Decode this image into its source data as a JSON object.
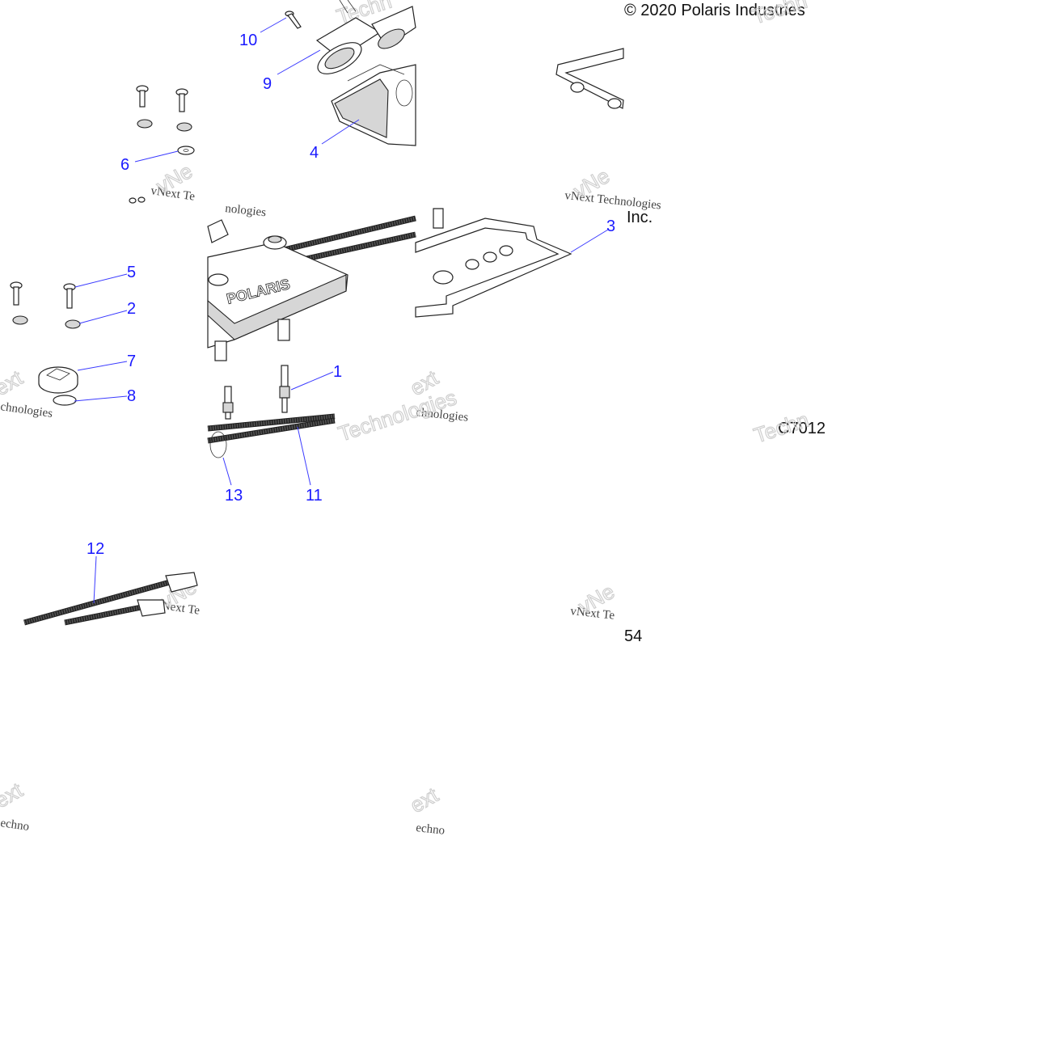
{
  "copyright": "© 2020 Polaris Industries",
  "figure_code": "C7012",
  "page_number": "54",
  "inc_fragment": "Inc.",
  "cover_brand": "POLARIS",
  "watermark": {
    "line1": "vNext Technologies",
    "fragment_a": "vNext Te",
    "fragment_b": "Technologies",
    "fragment_c": "Techn",
    "fragment_d": "ext",
    "fragment_e": "chnologies",
    "fragment_f": "vNe",
    "fragment_g": "echno",
    "fragment_h": "nologies"
  },
  "callouts": [
    {
      "id": "1",
      "label": "1"
    },
    {
      "id": "2",
      "label": "2"
    },
    {
      "id": "3",
      "label": "3"
    },
    {
      "id": "4",
      "label": "4"
    },
    {
      "id": "5",
      "label": "5"
    },
    {
      "id": "6",
      "label": "6"
    },
    {
      "id": "7",
      "label": "7"
    },
    {
      "id": "8",
      "label": "8"
    },
    {
      "id": "9",
      "label": "9"
    },
    {
      "id": "10",
      "label": "10"
    },
    {
      "id": "11",
      "label": "11"
    },
    {
      "id": "12",
      "label": "12"
    },
    {
      "id": "13",
      "label": "13"
    }
  ],
  "colors": {
    "callout": "#1a1aff",
    "leader": "#3a3aff",
    "line_art": "#222222",
    "shading": "#d6d6d6"
  }
}
